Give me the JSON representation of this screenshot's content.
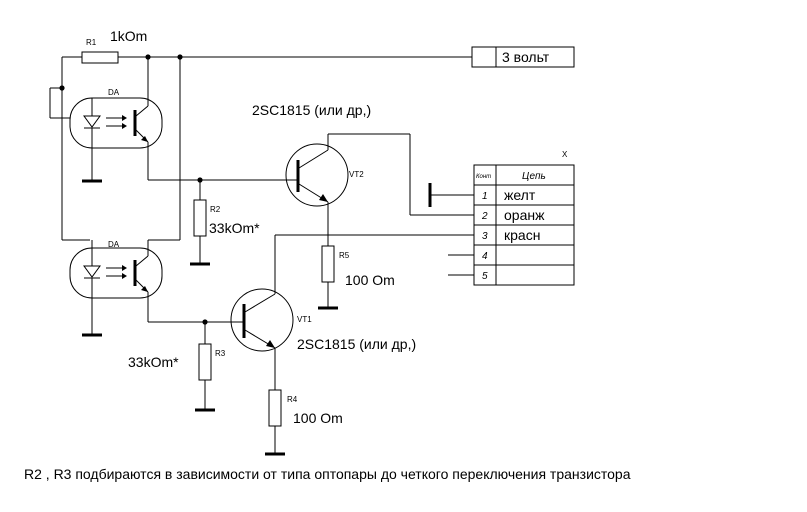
{
  "labels": {
    "r1": "R1",
    "r1_value": "1kOm",
    "power": "3 вольт",
    "da_top": "DA",
    "da_bottom": "DA",
    "vt2_model": "2SC1815 (или др,)",
    "vt2": "VT2",
    "r2": "R2",
    "r2_value": "33kOm*",
    "r5": "R5",
    "r5_value": "100 Om",
    "vt1": "VT1",
    "vt1_model": "2SC1815 (или др,)",
    "r3": "R3",
    "r3_value": "33kOm*",
    "r4": "R4",
    "r4_value": "100 Om"
  },
  "connector": {
    "ref": "X",
    "col_contact": "Конт",
    "col_circuit": "Цепь",
    "rows": [
      {
        "pin": "1",
        "circuit": "желт"
      },
      {
        "pin": "2",
        "circuit": "оранж"
      },
      {
        "pin": "3",
        "circuit": "красн"
      },
      {
        "pin": "4",
        "circuit": ""
      },
      {
        "pin": "5",
        "circuit": ""
      }
    ]
  },
  "note": "R2 , R3 подбираются в зависимости от типа оптопары до четкого переключения транзистора"
}
